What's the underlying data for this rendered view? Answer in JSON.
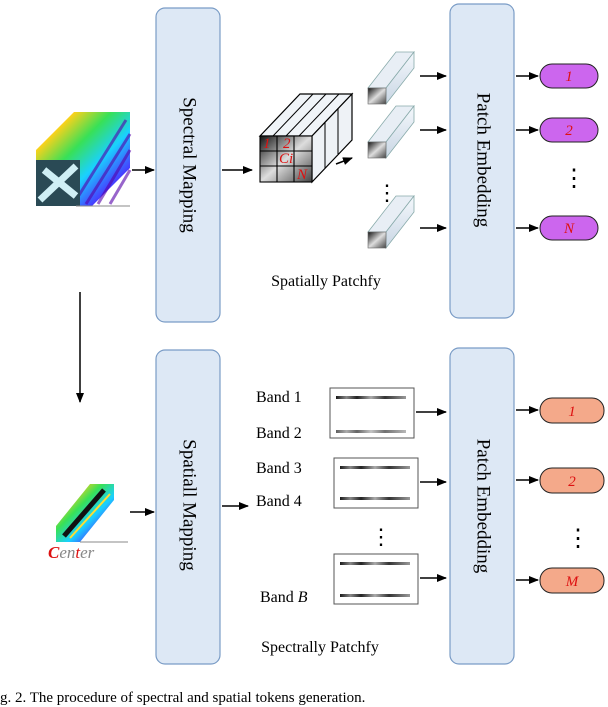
{
  "top_row": {
    "mapping_label": "Spectral Mapping",
    "patchify_label": "Spatially Patchfy",
    "embedding_label": "Patch Embedding",
    "cube_labels": [
      "1",
      "2",
      "Ci",
      "N"
    ],
    "tokens": [
      "1",
      "2",
      "N"
    ],
    "token_color": "#cc66ee",
    "ellipsis": "⋮"
  },
  "bottom_row": {
    "mapping_label": "Spatiall Mapping",
    "patchify_label": "Spectrally Patchfy",
    "embedding_label": "Patch Embedding",
    "bands": [
      "Band 1",
      "Band 2",
      "Band 3",
      "Band 4",
      "Band"
    ],
    "band_last_var": "B",
    "center_text": "Center",
    "tokens": [
      "1",
      "2",
      "M"
    ],
    "token_color": "#f4a98a",
    "ellipsis": "⋮"
  },
  "colors": {
    "module_fill": "#dde8f5",
    "module_stroke": "#7a9cc6",
    "token_text": "#dd1111"
  },
  "caption": "g. 2. The procedure of spectral and spatial tokens generation."
}
